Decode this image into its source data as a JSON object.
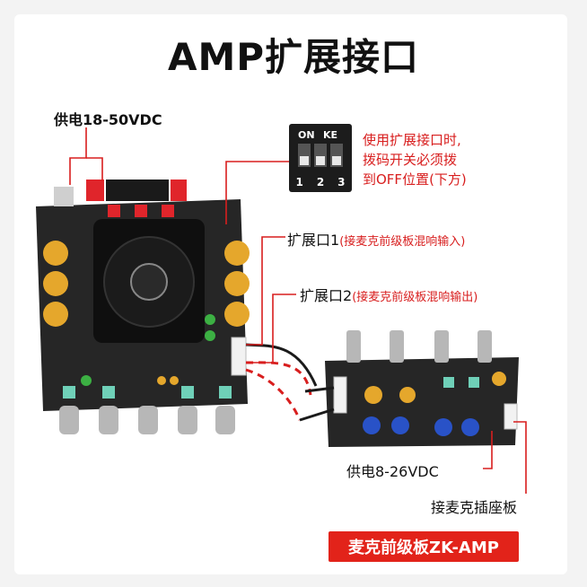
{
  "title": "AMP扩展接口",
  "power_main": "供电18-50VDC",
  "dip_switch": {
    "on_label": "ON",
    "ke_label": "KE",
    "positions": [
      "1",
      "2",
      "3"
    ]
  },
  "note_lines": [
    "使用扩展接口时,",
    "拨码开关必须拨",
    "到OFF位置(下方)"
  ],
  "port1": {
    "name": "扩展口1",
    "desc": "(接麦克前级板混响输入)"
  },
  "port2": {
    "name": "扩展口2",
    "desc": "(接麦克前级板混响输出)"
  },
  "power_pre": "供电8-26VDC",
  "mic_socket": "接麦克插座板",
  "product_badge": "麦克前级板ZK-AMP",
  "colors": {
    "accent_red": "#d81e1e",
    "badge_red": "#e2231a",
    "pcb": "#262626"
  }
}
